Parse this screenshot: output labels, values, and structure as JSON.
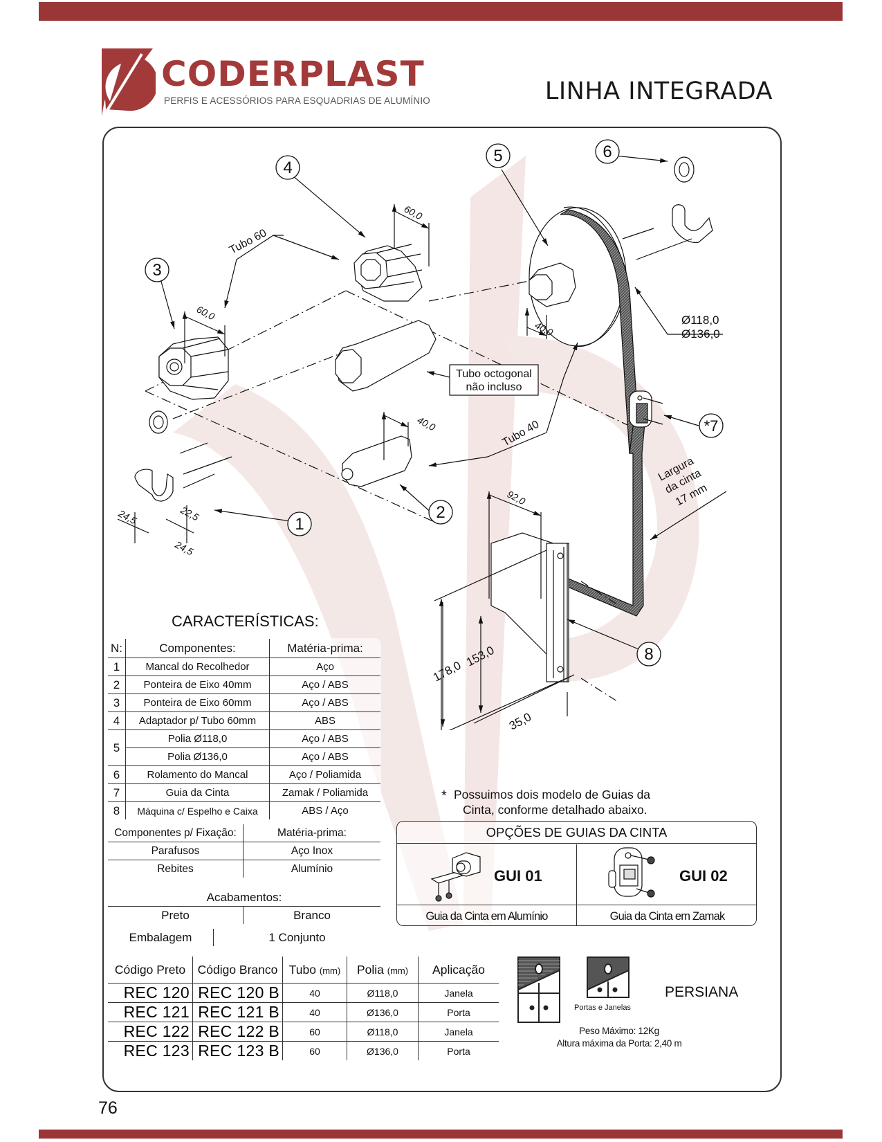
{
  "header": {
    "brand_name": "CODERPLAST",
    "brand_tagline": "PERFIS E ACESSÓRIOS PARA ESQUADRIAS DE ALUMÍNIO",
    "page_title": "LINHA INTEGRADA"
  },
  "colors": {
    "brand_red": "#9b3636",
    "logo_red": "#a33a3a",
    "watermark": "#f2e4e2",
    "text": "#111111"
  },
  "diagram": {
    "callouts": [
      "1",
      "2",
      "3",
      "4",
      "5",
      "6",
      "*7",
      "8"
    ],
    "labels": {
      "tubo60": "Tubo 60",
      "tubo40": "Tubo 40",
      "tubo_octogonal_l1": "Tubo octogonal",
      "tubo_octogonal_l2": "não incluso",
      "diam1": "Ø118,0",
      "diam2": "Ø136,0",
      "largura_l1": "Largura",
      "largura_l2": "da cinta",
      "largura_l3": "17 mm"
    },
    "dimensions": {
      "d60_part4": "60,0",
      "d60_part3": "60,0",
      "d40_part5": "40,0",
      "d40_part2": "40,0",
      "d92": "92,0",
      "d178": "178,0",
      "d153": "153,0",
      "d35": "35,0",
      "d24_5a": "24,5",
      "d24_5b": "24,5",
      "d22_5": "22,5"
    }
  },
  "caracteristicas": {
    "title": "CARACTERÍSTICAS:",
    "headers": [
      "N:",
      "Componentes:",
      "Matéria-prima:"
    ],
    "rows": [
      {
        "n": "1",
        "componente": "Mancal do Recolhedor",
        "materia": "Aço"
      },
      {
        "n": "2",
        "componente": "Ponteira de Eixo 40mm",
        "materia": "Aço / ABS"
      },
      {
        "n": "3",
        "componente": "Ponteira de Eixo 60mm",
        "materia": "Aço / ABS"
      },
      {
        "n": "4",
        "componente": "Adaptador p/ Tubo 60mm",
        "materia": "ABS"
      },
      {
        "n": "5",
        "componente": "Polia Ø118,0",
        "materia": "Aço / ABS"
      },
      {
        "n": "",
        "componente": "Polia Ø136,0",
        "materia": "Aço / ABS"
      },
      {
        "n": "6",
        "componente": "Rolamento do Mancal",
        "materia": "Aço / Poliamida"
      },
      {
        "n": "7",
        "componente": "Guia da Cinta",
        "materia": "Zamak / Poliamida"
      },
      {
        "n": "8",
        "componente": "Máquina c/ Espelho e Caixa",
        "materia": "ABS / Aço"
      }
    ]
  },
  "fixacao": {
    "headers": [
      "Componentes p/ Fixação:",
      "Matéria-prima:"
    ],
    "rows": [
      {
        "item": "Parafusos",
        "materia": "Aço Inox"
      },
      {
        "item": "Rebites",
        "materia": "Alumínio"
      }
    ]
  },
  "acabamentos": {
    "title": "Acabamentos:",
    "options": [
      "Preto",
      "Branco"
    ]
  },
  "embalagem": {
    "label": "Embalagem",
    "value": "1 Conjunto"
  },
  "codigos": {
    "headers": {
      "preto": "Código Preto",
      "branco": "Código Branco",
      "tubo": "Tubo",
      "tubo_unit": "(mm)",
      "polia": "Polia",
      "polia_unit": "(mm)",
      "aplicacao": "Aplicação"
    },
    "rows": [
      {
        "preto": "REC 120",
        "branco": "REC 120 B",
        "tubo": "40",
        "polia": "Ø118,0",
        "aplicacao": "Janela"
      },
      {
        "preto": "REC 121",
        "branco": "REC 121 B",
        "tubo": "40",
        "polia": "Ø136,0",
        "aplicacao": "Porta"
      },
      {
        "preto": "REC 122",
        "branco": "REC 122 B",
        "tubo": "60",
        "polia": "Ø118,0",
        "aplicacao": "Janela"
      },
      {
        "preto": "REC 123",
        "branco": "REC 123 B",
        "tubo": "60",
        "polia": "Ø136,0",
        "aplicacao": "Porta"
      }
    ]
  },
  "note": {
    "star": "*",
    "line1": "Possuimos dois modelo de Guias da",
    "line2": "Cinta, conforme detalhado abaixo."
  },
  "guias": {
    "title": "OPÇÕES DE GUIAS DA CINTA",
    "options": [
      {
        "code": "GUI 01",
        "caption": "Guia da Cinta em  Alumínio"
      },
      {
        "code": "GUI 02",
        "caption": "Guia da Cinta em Zamak"
      }
    ]
  },
  "persiana": {
    "label": "PERSIANA",
    "sub": "Portas e Janelas",
    "peso": "Peso Máximo: 12Kg",
    "altura": "Altura máxima da Porta: 2,40 m"
  },
  "footer": {
    "page_number": "76"
  }
}
